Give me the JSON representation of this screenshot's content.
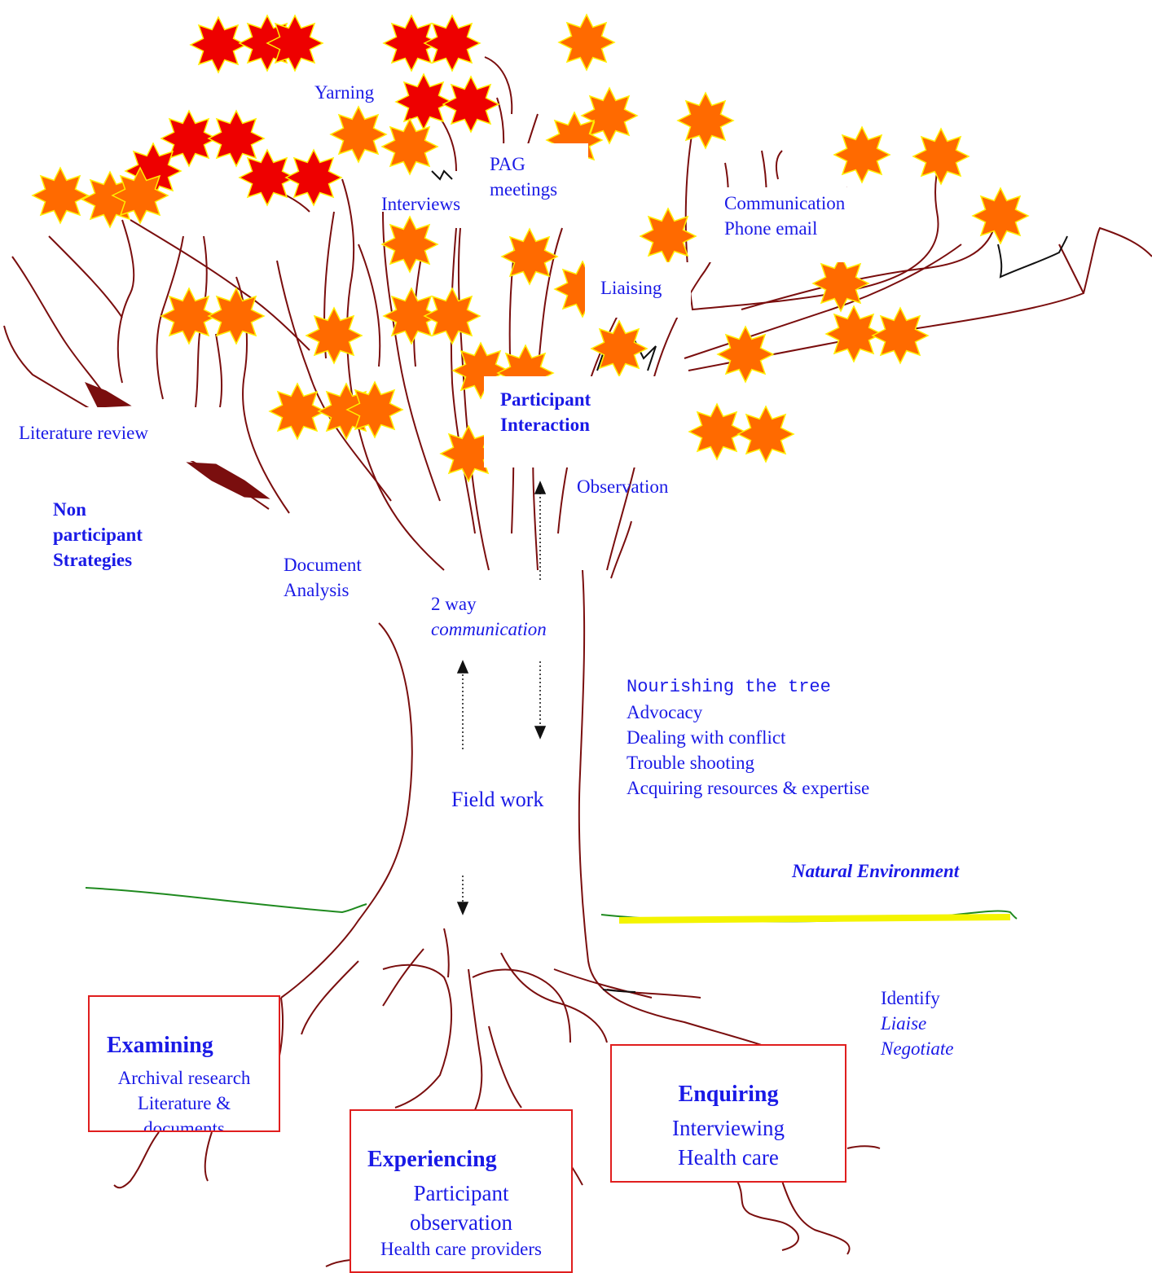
{
  "labels": {
    "yarning": "Yarning",
    "pag_line1": "PAG",
    "pag_line2": "meetings",
    "interviews": "Interviews",
    "communication_line1": "Communication",
    "communication_line2": "Phone email",
    "liaising": "Liaising",
    "participant_interaction_line1": "Participant",
    "participant_interaction_line2": "Interaction",
    "literature_review": "Literature review",
    "observation": "Observation",
    "non_participant_line1": "Non",
    "non_participant_line2": "participant",
    "non_participant_line3": "Strategies",
    "document_analysis_line1": "Document",
    "document_analysis_line2": "Analysis",
    "two_way_line1": "2 way",
    "two_way_line2": "communication",
    "field_work": "Field work",
    "natural_environment": "Natural Environment"
  },
  "nourishing": {
    "heading": "Nourishing the tree",
    "items": [
      "Advocacy",
      "Dealing with conflict",
      "Trouble shooting",
      "Acquiring resources & expertise"
    ]
  },
  "root_actions": {
    "identify": "Identify",
    "liaise": "Liaise",
    "negotiate": "Negotiate"
  },
  "boxes": {
    "examining": {
      "title": "Examining",
      "lines": [
        "Archival research",
        "Literature &",
        "documents"
      ]
    },
    "experiencing": {
      "title": "Experiencing",
      "line1": "Participant",
      "line2": "observation",
      "line3": "Health care providers"
    },
    "enquiring": {
      "title": "Enquiring",
      "line1": "Interviewing",
      "line2": "Health care"
    }
  },
  "colors": {
    "text": "#1a1ae6",
    "branch": "#7a0e0e",
    "burst_orange": "#ff6a00",
    "burst_red": "#ee0000",
    "burst_outline": "#ffee00",
    "box_border": "#e01e1e",
    "ground_line": "#1f8a1f",
    "ground_highlight": "#f4f400"
  }
}
